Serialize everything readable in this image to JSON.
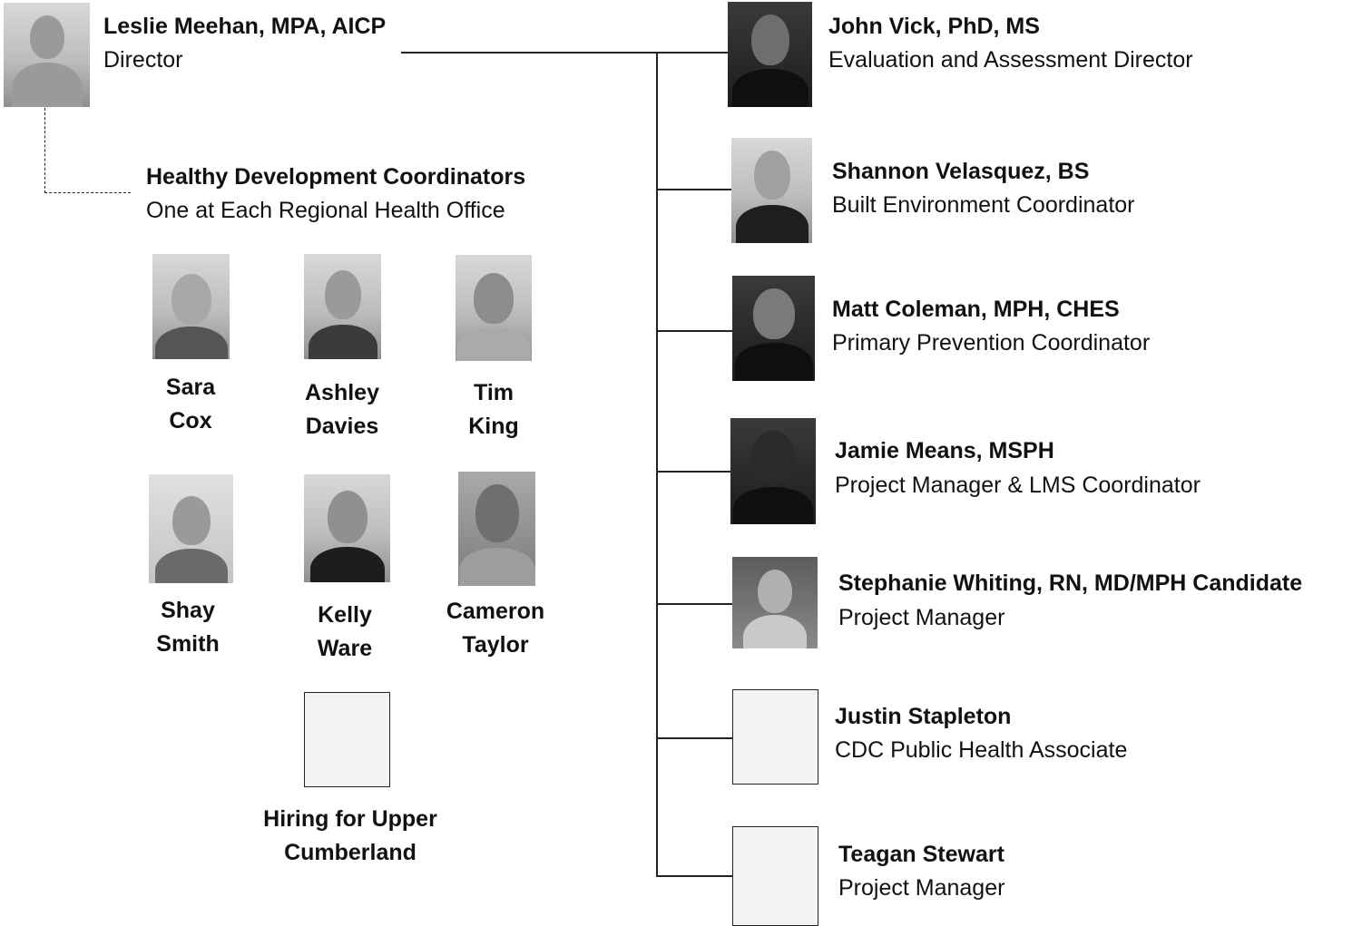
{
  "director": {
    "name": "Leslie Meehan, MPA, AICP",
    "role": "Director"
  },
  "coordinators_group": {
    "title": "Healthy Development Coordinators",
    "subtitle": "One at Each Regional Health Office",
    "people": [
      {
        "first": "Sara",
        "last": "Cox"
      },
      {
        "first": "Ashley",
        "last": "Davies"
      },
      {
        "first": "Tim",
        "last": "King"
      },
      {
        "first": "Shay",
        "last": "Smith"
      },
      {
        "first": "Kelly",
        "last": "Ware"
      },
      {
        "first": "Cameron",
        "last": "Taylor"
      }
    ],
    "vacancy": {
      "line1": "Hiring for Upper",
      "line2": "Cumberland"
    }
  },
  "staff": [
    {
      "name": "John Vick, PhD, MS",
      "role": "Evaluation and Assessment Director"
    },
    {
      "name": "Shannon Velasquez, BS",
      "role": "Built Environment Coordinator"
    },
    {
      "name": "Matt Coleman, MPH, CHES",
      "role": "Primary Prevention Coordinator"
    },
    {
      "name": "Jamie Means, MSPH",
      "role": "Project Manager & LMS Coordinator"
    },
    {
      "name": "Stephanie Whiting, RN, MD/MPH Candidate",
      "role": "Project Manager"
    },
    {
      "name": "Justin Stapleton",
      "role": "CDC Public Health Associate"
    },
    {
      "name": "Teagan Stewart",
      "role": "Project Manager"
    }
  ]
}
